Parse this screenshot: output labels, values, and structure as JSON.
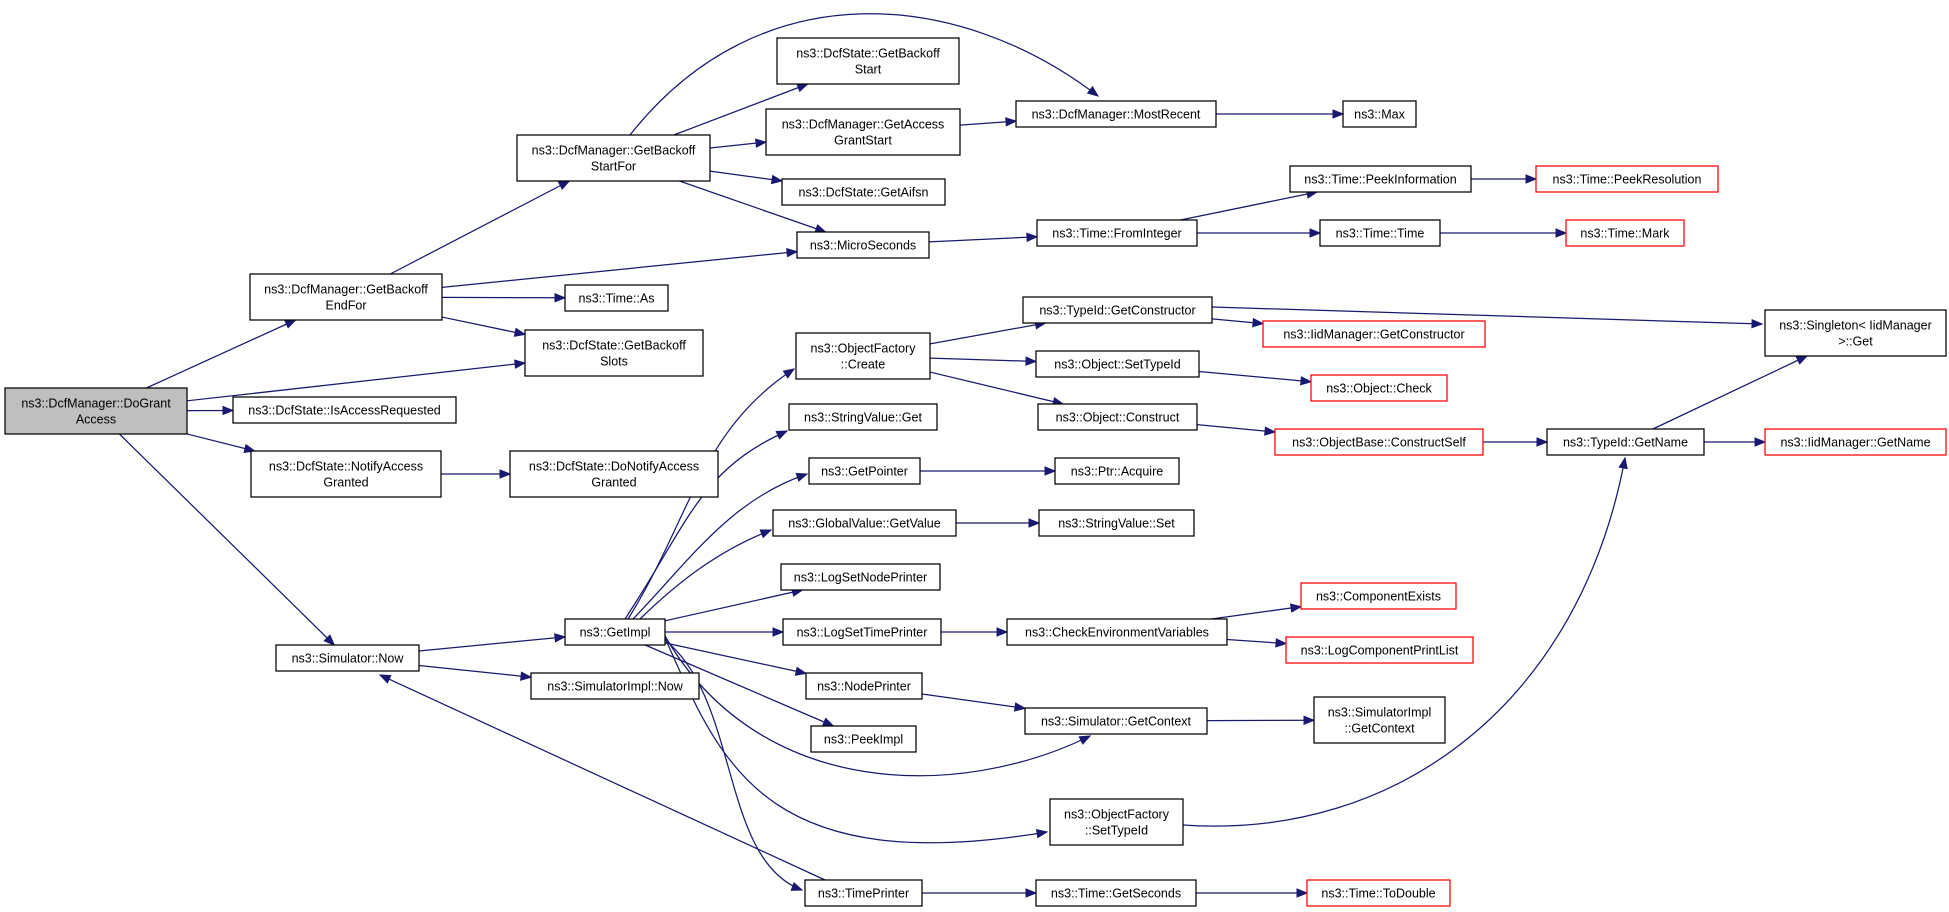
{
  "colors": {
    "edge": "#191970",
    "node_border": "#000000",
    "truncated_border": "#ff0000",
    "root_fill": "#bfbfbf",
    "node_fill": "#ffffff"
  },
  "nodes": [
    {
      "id": "dogrant",
      "label": [
        "ns3::DcfManager::DoGrant",
        "Access"
      ],
      "kind": "root"
    },
    {
      "id": "getbackoffendfor",
      "label": [
        "ns3::DcfManager::GetBackoff",
        "EndFor"
      ],
      "kind": "normal"
    },
    {
      "id": "isaccessrequested",
      "label": [
        "ns3::DcfState::IsAccessRequested"
      ],
      "kind": "normal"
    },
    {
      "id": "notifyaccessgranted",
      "label": [
        "ns3::DcfState::NotifyAccess",
        "Granted"
      ],
      "kind": "normal"
    },
    {
      "id": "simnow",
      "label": [
        "ns3::Simulator::Now"
      ],
      "kind": "normal"
    },
    {
      "id": "getbackoffstartfor",
      "label": [
        "ns3::DcfManager::GetBackoff",
        "StartFor"
      ],
      "kind": "normal"
    },
    {
      "id": "timeas",
      "label": [
        "ns3::Time::As"
      ],
      "kind": "normal"
    },
    {
      "id": "getbackoffslots",
      "label": [
        "ns3::DcfState::GetBackoff",
        "Slots"
      ],
      "kind": "normal"
    },
    {
      "id": "donotifyaccessgranted",
      "label": [
        "ns3::DcfState::DoNotifyAccess",
        "Granted"
      ],
      "kind": "normal"
    },
    {
      "id": "getimpl",
      "label": [
        "ns3::GetImpl"
      ],
      "kind": "normal"
    },
    {
      "id": "simimplnow",
      "label": [
        "ns3::SimulatorImpl::Now"
      ],
      "kind": "normal"
    },
    {
      "id": "getbackoffstart",
      "label": [
        "ns3::DcfState::GetBackoff",
        "Start"
      ],
      "kind": "normal"
    },
    {
      "id": "getaccessgrantstart",
      "label": [
        "ns3::DcfManager::GetAccess",
        "GrantStart"
      ],
      "kind": "normal"
    },
    {
      "id": "getaifsn",
      "label": [
        "ns3::DcfState::GetAifsn"
      ],
      "kind": "normal"
    },
    {
      "id": "microseconds",
      "label": [
        "ns3::MicroSeconds"
      ],
      "kind": "normal"
    },
    {
      "id": "mostrecent",
      "label": [
        "ns3::DcfManager::MostRecent"
      ],
      "kind": "normal"
    },
    {
      "id": "max",
      "label": [
        "ns3::Max"
      ],
      "kind": "normal"
    },
    {
      "id": "frominteger",
      "label": [
        "ns3::Time::FromInteger"
      ],
      "kind": "normal"
    },
    {
      "id": "peekinformation",
      "label": [
        "ns3::Time::PeekInformation"
      ],
      "kind": "normal"
    },
    {
      "id": "peekresolution",
      "label": [
        "ns3::Time::PeekResolution"
      ],
      "kind": "truncated"
    },
    {
      "id": "timetime",
      "label": [
        "ns3::Time::Time"
      ],
      "kind": "normal"
    },
    {
      "id": "timemark",
      "label": [
        "ns3::Time::Mark"
      ],
      "kind": "truncated"
    },
    {
      "id": "ofcreate",
      "label": [
        "ns3::ObjectFactory",
        "::Create"
      ],
      "kind": "normal"
    },
    {
      "id": "stringvalueget",
      "label": [
        "ns3::StringValue::Get"
      ],
      "kind": "normal"
    },
    {
      "id": "getpointer",
      "label": [
        "ns3::GetPointer"
      ],
      "kind": "normal"
    },
    {
      "id": "globalgetvalue",
      "label": [
        "ns3::GlobalValue::GetValue"
      ],
      "kind": "normal"
    },
    {
      "id": "logsetnodeprinter",
      "label": [
        "ns3::LogSetNodePrinter"
      ],
      "kind": "normal"
    },
    {
      "id": "logsettimeprinter",
      "label": [
        "ns3::LogSetTimePrinter"
      ],
      "kind": "normal"
    },
    {
      "id": "nodeprinter",
      "label": [
        "ns3::NodePrinter"
      ],
      "kind": "normal"
    },
    {
      "id": "peekimpl",
      "label": [
        "ns3::PeekImpl"
      ],
      "kind": "normal"
    },
    {
      "id": "oftypeid",
      "label": [
        "ns3::ObjectFactory",
        "::SetTypeId"
      ],
      "kind": "normal"
    },
    {
      "id": "timeprinter",
      "label": [
        "ns3::TimePrinter"
      ],
      "kind": "normal"
    },
    {
      "id": "typeidgetctor",
      "label": [
        "ns3::TypeId::GetConstructor"
      ],
      "kind": "normal"
    },
    {
      "id": "objsettypeid",
      "label": [
        "ns3::Object::SetTypeId"
      ],
      "kind": "normal"
    },
    {
      "id": "objconstruct",
      "label": [
        "ns3::Object::Construct"
      ],
      "kind": "normal"
    },
    {
      "id": "ptracquire",
      "label": [
        "ns3::Ptr::Acquire"
      ],
      "kind": "normal"
    },
    {
      "id": "stringvalueset",
      "label": [
        "ns3::StringValue::Set"
      ],
      "kind": "normal"
    },
    {
      "id": "checkenv",
      "label": [
        "ns3::CheckEnvironmentVariables"
      ],
      "kind": "normal"
    },
    {
      "id": "simgetcontext",
      "label": [
        "ns3::Simulator::GetContext"
      ],
      "kind": "normal"
    },
    {
      "id": "timegetseconds",
      "label": [
        "ns3::Time::GetSeconds"
      ],
      "kind": "normal"
    },
    {
      "id": "iidgetctor",
      "label": [
        "ns3::IidManager::GetConstructor"
      ],
      "kind": "truncated"
    },
    {
      "id": "objcheck",
      "label": [
        "ns3::Object::Check"
      ],
      "kind": "truncated"
    },
    {
      "id": "constructself",
      "label": [
        "ns3::ObjectBase::ConstructSelf"
      ],
      "kind": "truncated"
    },
    {
      "id": "componentexists",
      "label": [
        "ns3::ComponentExists"
      ],
      "kind": "truncated"
    },
    {
      "id": "logcompprintlist",
      "label": [
        "ns3::LogComponentPrintList"
      ],
      "kind": "truncated"
    },
    {
      "id": "simimplgetcontext",
      "label": [
        "ns3::SimulatorImpl",
        "::GetContext"
      ],
      "kind": "normal"
    },
    {
      "id": "todouble",
      "label": [
        "ns3::Time::ToDouble"
      ],
      "kind": "truncated"
    },
    {
      "id": "singletonget",
      "label": [
        "ns3::Singleton< IidManager",
        ">::Get"
      ],
      "kind": "normal"
    },
    {
      "id": "typeidgetname",
      "label": [
        "ns3::TypeId::GetName"
      ],
      "kind": "normal"
    },
    {
      "id": "iidgetname",
      "label": [
        "ns3::IidManager::GetName"
      ],
      "kind": "truncated"
    }
  ],
  "edges": [
    [
      "dogrant",
      "getbackoffendfor"
    ],
    [
      "dogrant",
      "getbackoffslots"
    ],
    [
      "dogrant",
      "isaccessrequested"
    ],
    [
      "dogrant",
      "notifyaccessgranted"
    ],
    [
      "dogrant",
      "simnow"
    ],
    [
      "getbackoffendfor",
      "getbackoffstartfor"
    ],
    [
      "getbackoffendfor",
      "microseconds"
    ],
    [
      "getbackoffendfor",
      "timeas"
    ],
    [
      "getbackoffendfor",
      "getbackoffslots"
    ],
    [
      "getbackoffstartfor",
      "mostrecent"
    ],
    [
      "getbackoffstartfor",
      "getbackoffstart"
    ],
    [
      "getbackoffstartfor",
      "getaccessgrantstart"
    ],
    [
      "getbackoffstartfor",
      "getaifsn"
    ],
    [
      "getbackoffstartfor",
      "microseconds"
    ],
    [
      "getaccessgrantstart",
      "mostrecent"
    ],
    [
      "mostrecent",
      "max"
    ],
    [
      "microseconds",
      "frominteger"
    ],
    [
      "frominteger",
      "peekinformation"
    ],
    [
      "frominteger",
      "timetime"
    ],
    [
      "peekinformation",
      "peekresolution"
    ],
    [
      "timetime",
      "timemark"
    ],
    [
      "notifyaccessgranted",
      "donotifyaccessgranted"
    ],
    [
      "simnow",
      "getimpl"
    ],
    [
      "simnow",
      "simimplnow"
    ],
    [
      "getimpl",
      "ofcreate"
    ],
    [
      "getimpl",
      "stringvalueget"
    ],
    [
      "getimpl",
      "getpointer"
    ],
    [
      "getimpl",
      "globalgetvalue"
    ],
    [
      "getimpl",
      "logsetnodeprinter"
    ],
    [
      "getimpl",
      "logsettimeprinter"
    ],
    [
      "getimpl",
      "nodeprinter"
    ],
    [
      "getimpl",
      "peekimpl"
    ],
    [
      "getimpl",
      "oftypeid"
    ],
    [
      "getimpl",
      "timeprinter"
    ],
    [
      "getimpl",
      "simgetcontext"
    ],
    [
      "timeprinter",
      "simnow"
    ],
    [
      "timeprinter",
      "timegetseconds"
    ],
    [
      "timegetseconds",
      "todouble"
    ],
    [
      "ofcreate",
      "typeidgetctor"
    ],
    [
      "ofcreate",
      "objsettypeid"
    ],
    [
      "ofcreate",
      "objconstruct"
    ],
    [
      "typeidgetctor",
      "iidgetctor"
    ],
    [
      "typeidgetctor",
      "singletonget"
    ],
    [
      "objsettypeid",
      "objcheck"
    ],
    [
      "objconstruct",
      "constructself"
    ],
    [
      "constructself",
      "typeidgetname"
    ],
    [
      "typeidgetname",
      "singletonget"
    ],
    [
      "typeidgetname",
      "iidgetname"
    ],
    [
      "getpointer",
      "ptracquire"
    ],
    [
      "globalgetvalue",
      "stringvalueset"
    ],
    [
      "logsettimeprinter",
      "checkenv"
    ],
    [
      "checkenv",
      "componentexists"
    ],
    [
      "checkenv",
      "logcompprintlist"
    ],
    [
      "nodeprinter",
      "simgetcontext"
    ],
    [
      "simgetcontext",
      "simimplgetcontext"
    ],
    [
      "oftypeid",
      "typeidgetname"
    ]
  ]
}
